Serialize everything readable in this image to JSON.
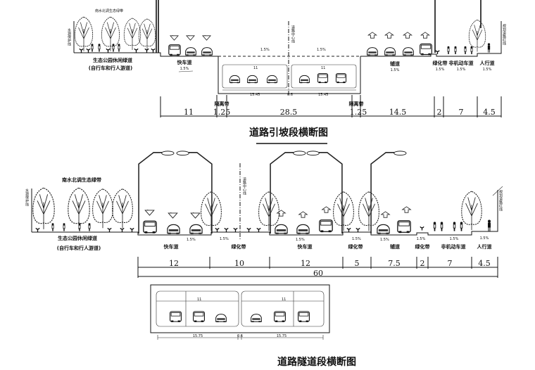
{
  "top_section": {
    "title": "道路引坡段横断图",
    "greenbelt": "南水北调生态绿带",
    "park_path": "生态公园休闲绿道",
    "park_path_note": "(自行车和行人游道)",
    "water_line": "水源保护线",
    "centerline": "道路中心线",
    "red_line": "规划道路红线",
    "lanes": [
      {
        "name": "快车道",
        "slope": "1.5%"
      },
      {
        "name": "辅道",
        "slope": "1.5%"
      },
      {
        "name": "绿化带",
        "slope": "1.5%"
      },
      {
        "name": "非机动车道",
        "slope": "1.5%"
      },
      {
        "name": "人行道",
        "slope": "1.5%"
      }
    ],
    "tunnel_slopes": [
      "1.5%",
      "1.5%"
    ],
    "tunnel_dims": [
      "11",
      "11",
      "15.45",
      "15.45",
      "0.6"
    ],
    "separator": "隔离带",
    "dimensions": [
      "11",
      "1.25",
      "28.5",
      "1.25",
      "14.5",
      "2",
      "7",
      "4.5"
    ]
  },
  "bottom_section": {
    "title": "道路隧道段横断图",
    "greenbelt": "南水北调生态绿带",
    "park_path": "生态公园休闲绿道",
    "park_path_note": "(自行车和行人游道)",
    "water_line": "水源保护线",
    "centerline": "道路中心线",
    "red_line": "规划道路红线",
    "lanes": [
      {
        "name": "快车道",
        "slope": "1.5%"
      },
      {
        "name": "绿化带",
        "slope": "1.5%"
      },
      {
        "name": "快车道",
        "slope": "1.5%"
      },
      {
        "name": "绿化带",
        "slope": "1.5%"
      },
      {
        "name": "辅道",
        "slope": "1.5%"
      },
      {
        "name": "绿化带",
        "slope": "1.5%"
      },
      {
        "name": "非机动车道",
        "slope": "1.5%"
      },
      {
        "name": "人行道",
        "slope": "1.5%"
      }
    ],
    "dimensions": [
      "12",
      "10",
      "12",
      "5",
      "7.5",
      "2",
      "7",
      "4.5"
    ],
    "total_width": "60",
    "tunnel": {
      "span_labels": [
        "11",
        "11"
      ],
      "bottom_dims": [
        "15.75",
        "0.6",
        "15.75"
      ]
    }
  }
}
